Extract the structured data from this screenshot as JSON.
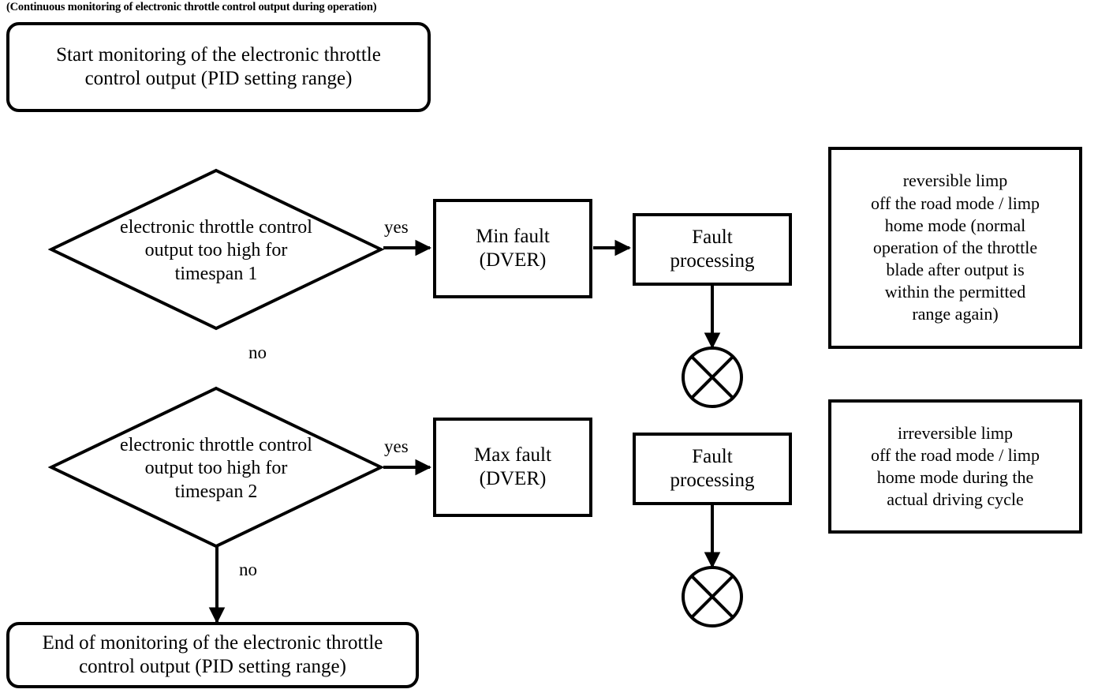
{
  "diagram": {
    "title_caption": "(Continuous monitoring of electronic throttle control output during operation)",
    "type": "flowchart",
    "colors": {
      "stroke": "#000000",
      "background": "#ffffff",
      "text": "#000000"
    },
    "nodes": {
      "start": {
        "shape": "terminator",
        "line1": "Start monitoring of the electronic throttle",
        "line2": "control output (PID setting range)"
      },
      "decision_1": {
        "shape": "decision",
        "line1": "electronic throttle control",
        "line2": "output too high for",
        "line3": "timespan 1"
      },
      "decision_2": {
        "shape": "decision",
        "line1": "electronic throttle control",
        "line2": "output too high for",
        "line3": "timespan 2"
      },
      "min_fault": {
        "shape": "process",
        "line1": "Min fault",
        "line2": "(DVER)"
      },
      "max_fault": {
        "shape": "process",
        "line1": "Max fault",
        "line2": "(DVER)"
      },
      "fault_processing_1": {
        "shape": "process",
        "line1": "Fault",
        "line2": "processing"
      },
      "fault_processing_2": {
        "shape": "process",
        "line1": "Fault",
        "line2": "processing"
      },
      "note_reversible": {
        "shape": "note",
        "line1": "reversible limp",
        "line2": "off the road mode / limp",
        "line3": "home mode (normal",
        "line4": "operation of the throttle",
        "line5": "blade after output is",
        "line6": "within the permitted",
        "line7": "range again)"
      },
      "note_irreversible": {
        "shape": "note",
        "line1": "irreversible limp",
        "line2": "off the road mode / limp",
        "line3": "home mode during the",
        "line4": "actual driving cycle"
      },
      "end": {
        "shape": "terminator",
        "line1": "End of monitoring of the electronic throttle",
        "line2": "control output (PID setting range)"
      },
      "connector_1": {
        "shape": "circle-x-connector",
        "label": ""
      },
      "connector_2": {
        "shape": "circle-x-connector",
        "label": ""
      }
    },
    "edge_labels": {
      "d1_yes": "yes",
      "d1_no": "no",
      "d2_yes": "yes",
      "d2_no": "no"
    }
  }
}
